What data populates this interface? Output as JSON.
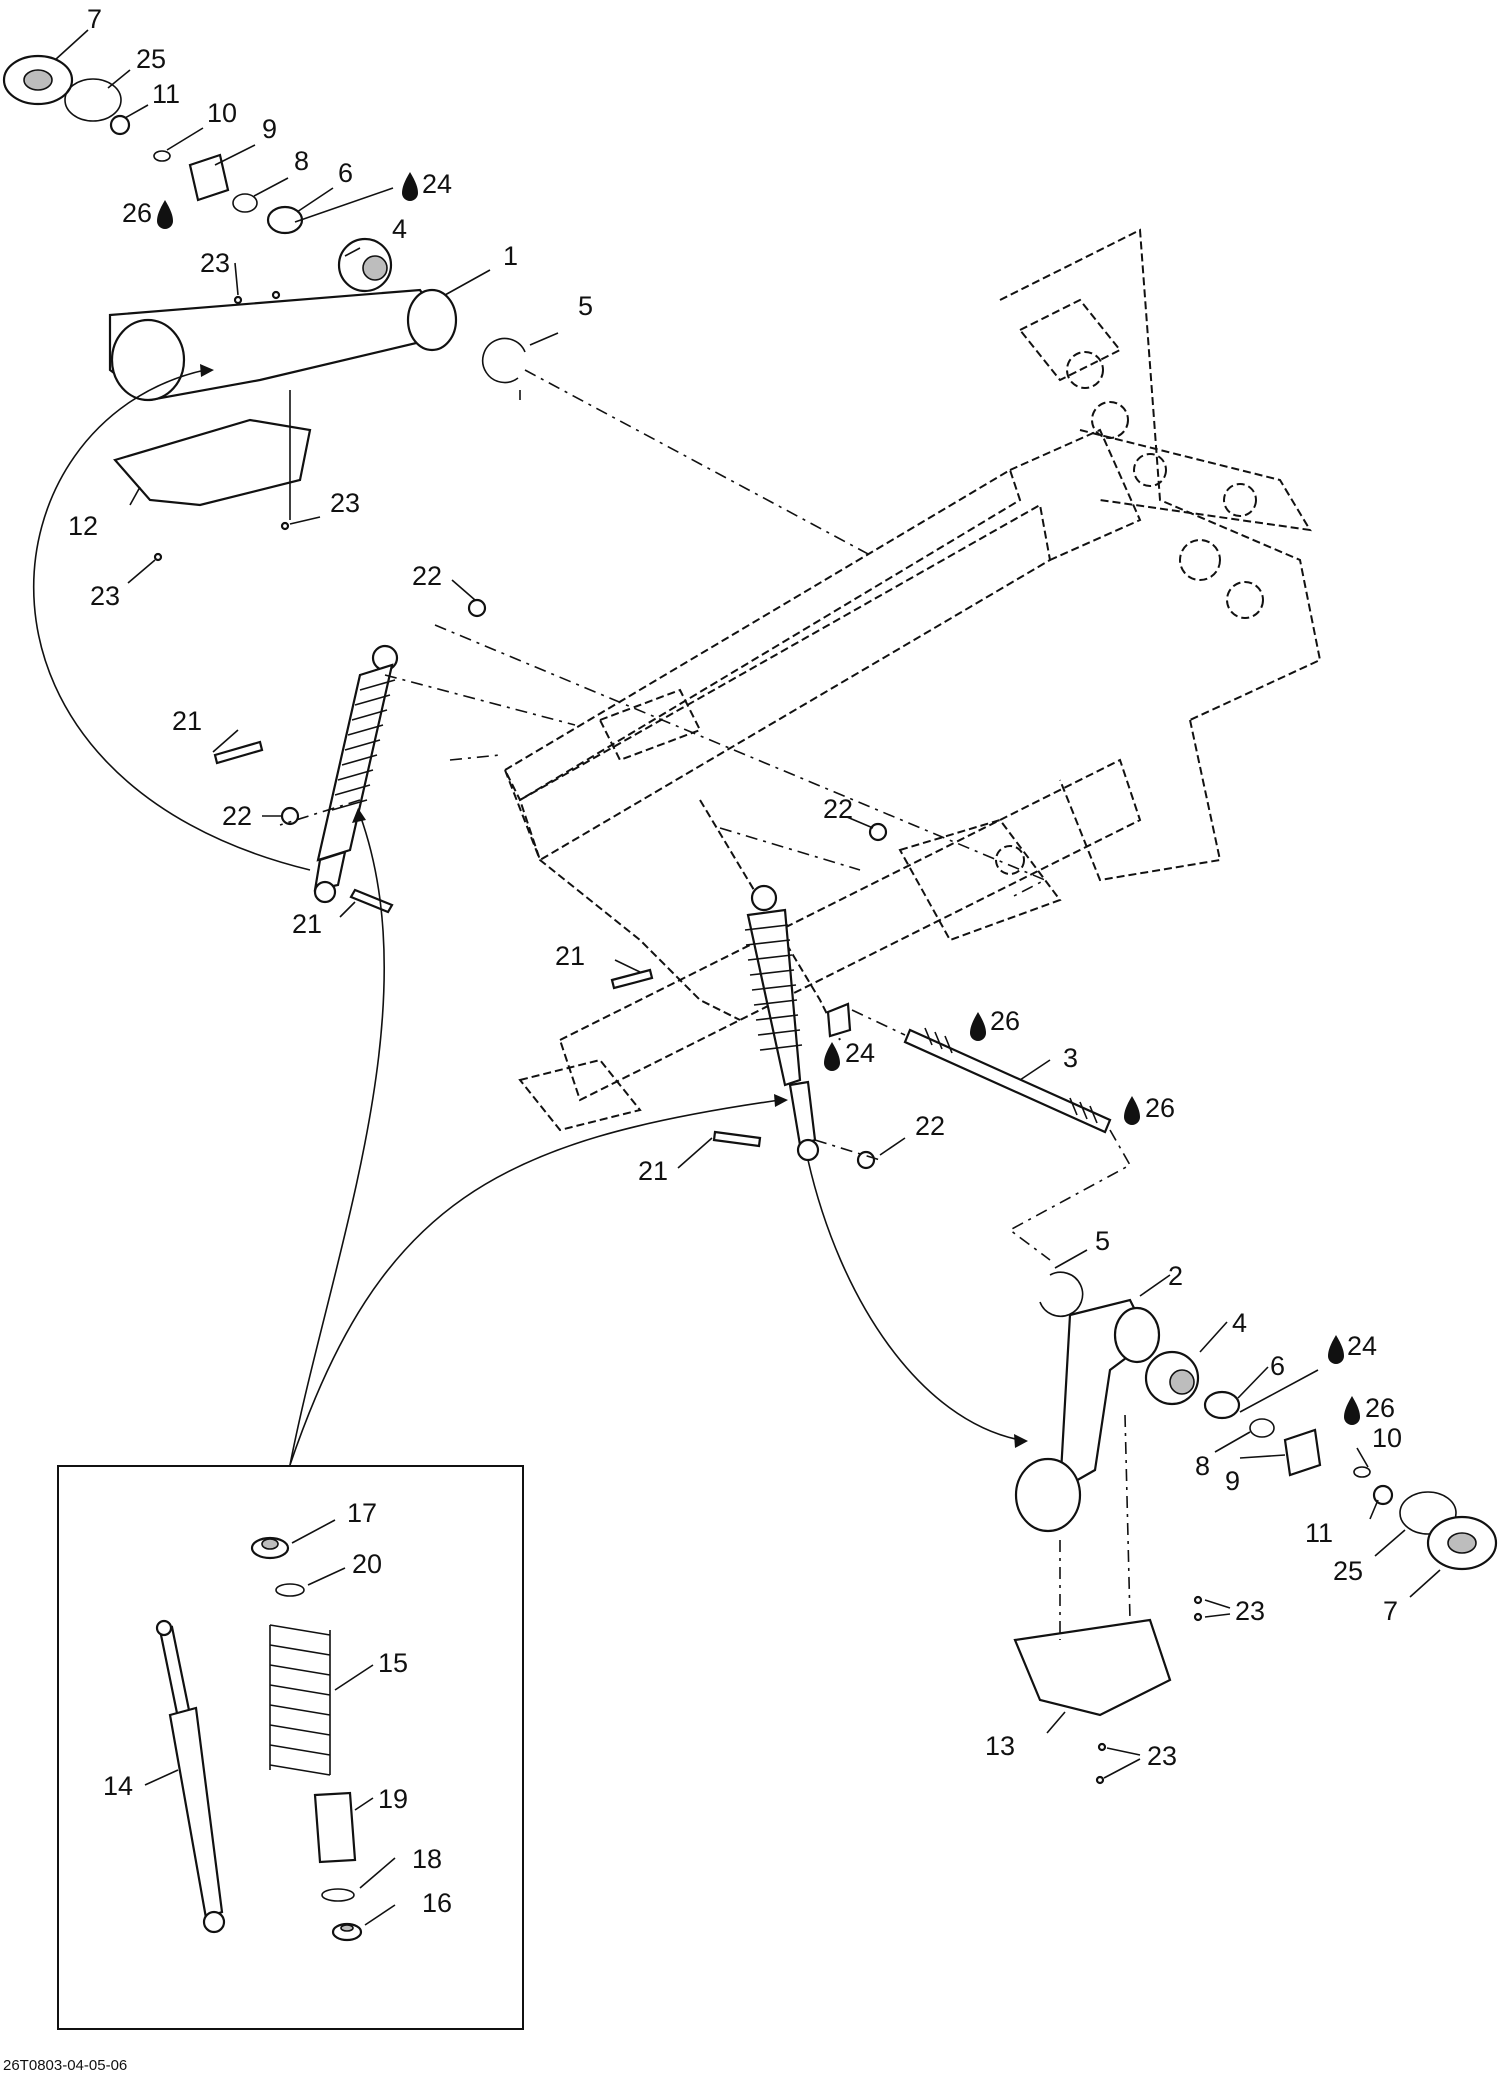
{
  "figure_code": "26T0803-04-05-06",
  "callouts": {
    "c1": "1",
    "c2": "2",
    "c3": "3",
    "c4a": "4",
    "c4b": "4",
    "c5a": "5",
    "c5b": "5",
    "c6a": "6",
    "c6b": "6",
    "c7a": "7",
    "c7b": "7",
    "c8a": "8",
    "c8b": "8",
    "c9a": "9",
    "c9b": "9",
    "c10a": "10",
    "c10b": "10",
    "c11a": "11",
    "c11b": "11",
    "c12": "12",
    "c13": "13",
    "c14": "14",
    "c15": "15",
    "c16": "16",
    "c17": "17",
    "c18": "18",
    "c19": "19",
    "c20": "20",
    "c21a": "21",
    "c21b": "21",
    "c21c": "21",
    "c21d": "21",
    "c22a": "22",
    "c22b": "22",
    "c22c": "22",
    "c22d": "22",
    "c23a": "23",
    "c23b": "23",
    "c23c": "23",
    "c23d": "23",
    "c23e": "23",
    "c24a": "24",
    "c24b": "24",
    "c24c": "24",
    "c25a": "25",
    "c25b": "25",
    "c26a": "26",
    "c26b": "26",
    "c26c": "26",
    "c26d": "26"
  },
  "icons": {
    "lubricant": "oil-drop-icon"
  },
  "colors": {
    "ink": "#111111",
    "background": "#ffffff",
    "shade": "#bdbdbd"
  }
}
